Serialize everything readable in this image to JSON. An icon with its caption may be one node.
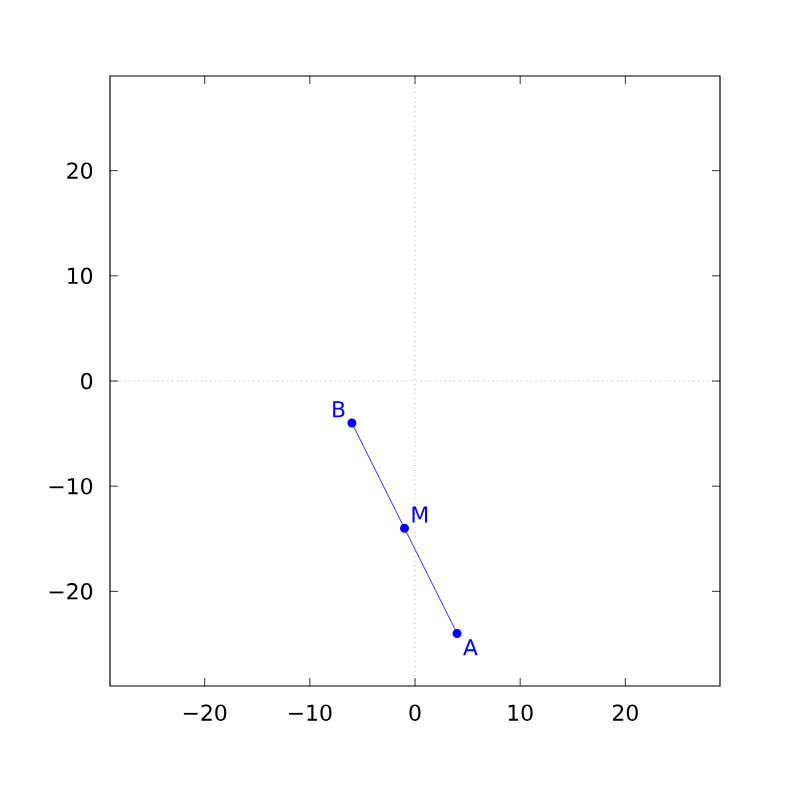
{
  "diagram": {
    "nodes": [
      {
        "text": [
          "B"
        ]
      },
      {
        "text": [
          "M"
        ]
      },
      {
        "text": [
          "A"
        ]
      }
    ],
    "edges": [
      {
        "from": 0,
        "to": 2,
        "arrow": "none",
        "color": "#0000ff"
      }
    ],
    "chart_data": {
      "type": "scatter",
      "xlim": [
        -29,
        29
      ],
      "ylim": [
        -29,
        29
      ],
      "xticks": [
        {
          "value": -20,
          "label": "−20"
        },
        {
          "value": -10,
          "label": "−10"
        },
        {
          "value": 0,
          "label": "0"
        },
        {
          "value": 10,
          "label": "10"
        },
        {
          "value": 20,
          "label": "20"
        }
      ],
      "yticks": [
        {
          "value": -20,
          "label": "−20"
        },
        {
          "value": -10,
          "label": "−10"
        },
        {
          "value": 0,
          "label": "0"
        },
        {
          "value": 10,
          "label": "10"
        },
        {
          "value": 20,
          "label": "20"
        }
      ]
    }
  }
}
